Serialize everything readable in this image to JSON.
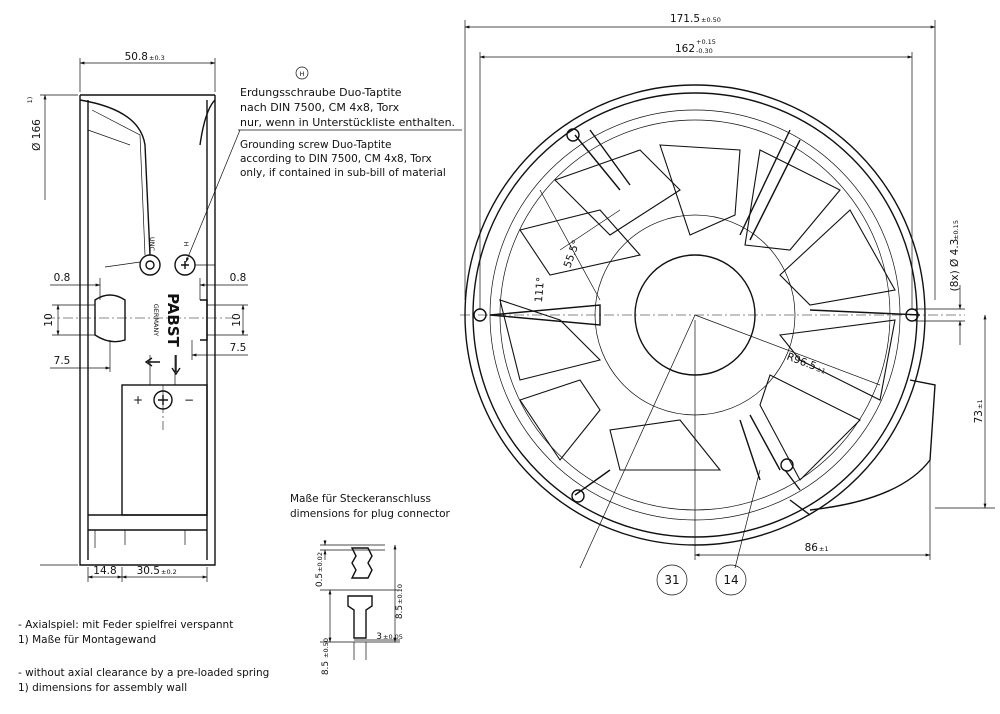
{
  "side_view": {
    "dim_top": "50.8",
    "dim_top_tol": "±0.3",
    "dim_diameter": "Ø 166",
    "dim_diameter_note": "1)",
    "dim_left_08": "0.8",
    "dim_right_08": "0.8",
    "dim_left_10": "10",
    "dim_right_10": "10",
    "dim_left_75": "7.5",
    "dim_right_75": "7.5",
    "dim_bottom_148": "14.8",
    "dim_bottom_305": "30.5",
    "dim_bottom_305_tol": "±0.2",
    "logo_text": "PABST",
    "logo_sub": "GERMANY",
    "label_unc": "UNC",
    "label_h": "H",
    "plus": "+",
    "minus": "−"
  },
  "callout_h": {
    "marker": "H",
    "de_line1": "Erdungsschraube Duo-Taptite",
    "de_line2": "nach DIN 7500, CM 4x8, Torx",
    "de_line3": "nur, wenn in Unterstückliste enthalten.",
    "en_line1": "Grounding screw Duo-Taptite",
    "en_line2": "according to DIN 7500, CM 4x8, Torx",
    "en_line3": "only, if contained in sub-bill of material"
  },
  "front_view": {
    "dim_width": "171.5",
    "dim_width_tol": "±0.50",
    "dim_inner": "162",
    "dim_inner_tol_up": "+0.15",
    "dim_inner_tol_down": "-0.30",
    "angle_555": "55.5°",
    "angle_111": "111°",
    "radius": "R96.5",
    "radius_tol": "±1",
    "holes": "(8x) Ø 4.3",
    "holes_tol": "±0.15",
    "dim_73": "73",
    "dim_73_tol": "±1",
    "dim_86": "86",
    "dim_86_tol": "±1",
    "balloon_31": "31",
    "balloon_14": "14"
  },
  "plug": {
    "title_de": "Maße für Steckeranschluss",
    "title_en": "dimensions for plug connector",
    "dim_05": "0.5",
    "dim_05_tol": "±0.02",
    "dim_85a": "8.5",
    "dim_85a_tol": "±0.10",
    "dim_85b": "8.5",
    "dim_85b_tol": "±0.50",
    "dim_3": "3",
    "dim_3_tol": "±0.05"
  },
  "notes": {
    "line1": "- Axialspiel: mit Feder spielfrei verspannt",
    "line2": "1) Maße für Montagewand",
    "line3": "- without axial clearance by a pre-loaded spring",
    "line4": "1) dimensions for assembly wall"
  }
}
